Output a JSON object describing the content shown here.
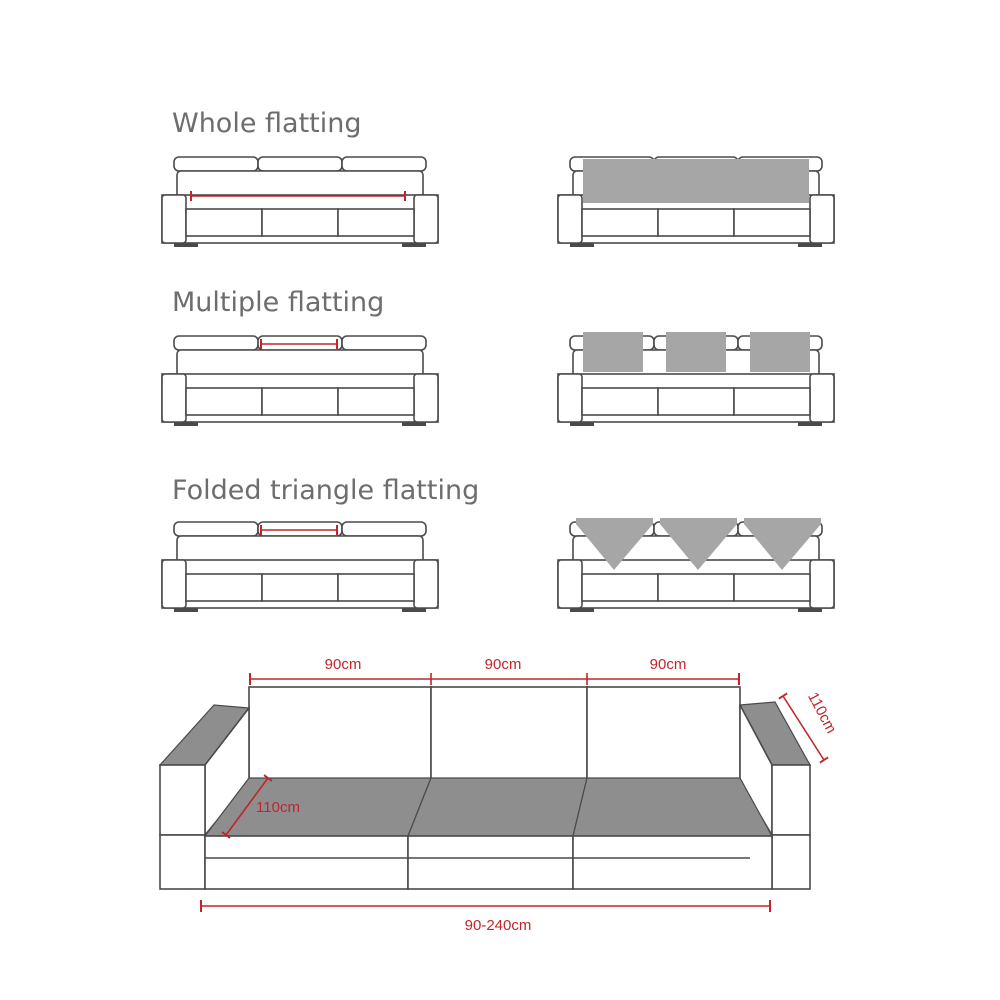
{
  "sections": [
    {
      "title": "Whole flatting"
    },
    {
      "title": "Multiple flatting"
    },
    {
      "title": "Folded triangle flatting"
    }
  ],
  "dimensions": {
    "seat_width_1": "90cm",
    "seat_width_2": "90cm",
    "seat_width_3": "90cm",
    "arm_depth": "110cm",
    "seat_depth": "110cm",
    "total_length": "90-240cm"
  },
  "colors": {
    "dimension_red": "#c0262c",
    "cover_gray": "#a6a6a6",
    "outline": "#4a4a4a"
  }
}
